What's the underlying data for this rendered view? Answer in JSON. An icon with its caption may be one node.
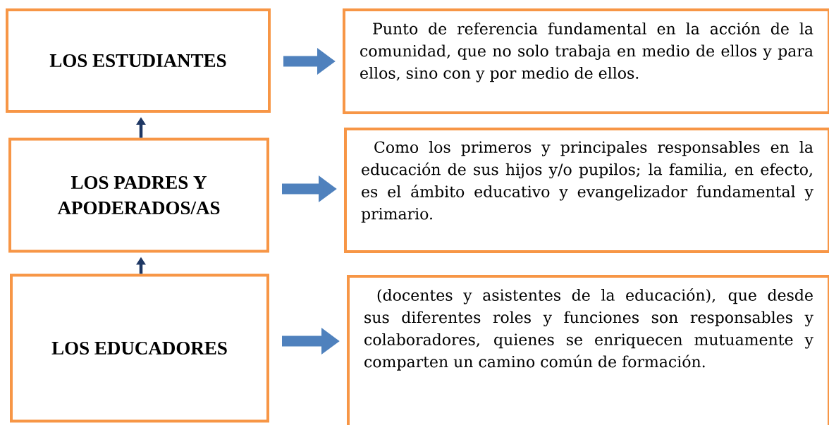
{
  "diagram": {
    "nodes": [
      {
        "text": [
          "LOS ESTUDIANTES"
        ]
      },
      {
        "text": [
          "Punto de referencia fundamental en la acción de la comunidad, que no solo trabaja en medio de ellos y para ellos, sino con y por medio de ellos."
        ]
      },
      {
        "text": [
          "LOS PADRES Y APODERADOS/AS"
        ]
      },
      {
        "text": [
          "Como los primeros y principales responsables en la educación de sus hijos y/o pupilos; la familia, en efecto, es el ámbito educativo y evangelizador fundamental y primario."
        ]
      },
      {
        "text": [
          "LOS EDUCADORES"
        ]
      },
      {
        "text": [
          "(docentes y asistentes de la educación), que desde sus diferentes roles y funciones son responsables y colaboradores, quienes se enriquecen mutuamente y comparten un camino común de formación."
        ]
      }
    ],
    "edges": [
      {
        "from": 0,
        "to": 1,
        "arrow": "to"
      },
      {
        "from": 2,
        "to": 3,
        "arrow": "to"
      },
      {
        "from": 4,
        "to": 5,
        "arrow": "to"
      },
      {
        "from": 2,
        "to": 0,
        "arrow": "to",
        "color": "#1f3864"
      },
      {
        "from": 4,
        "to": 2,
        "arrow": "to",
        "color": "#1f3864"
      }
    ]
  }
}
